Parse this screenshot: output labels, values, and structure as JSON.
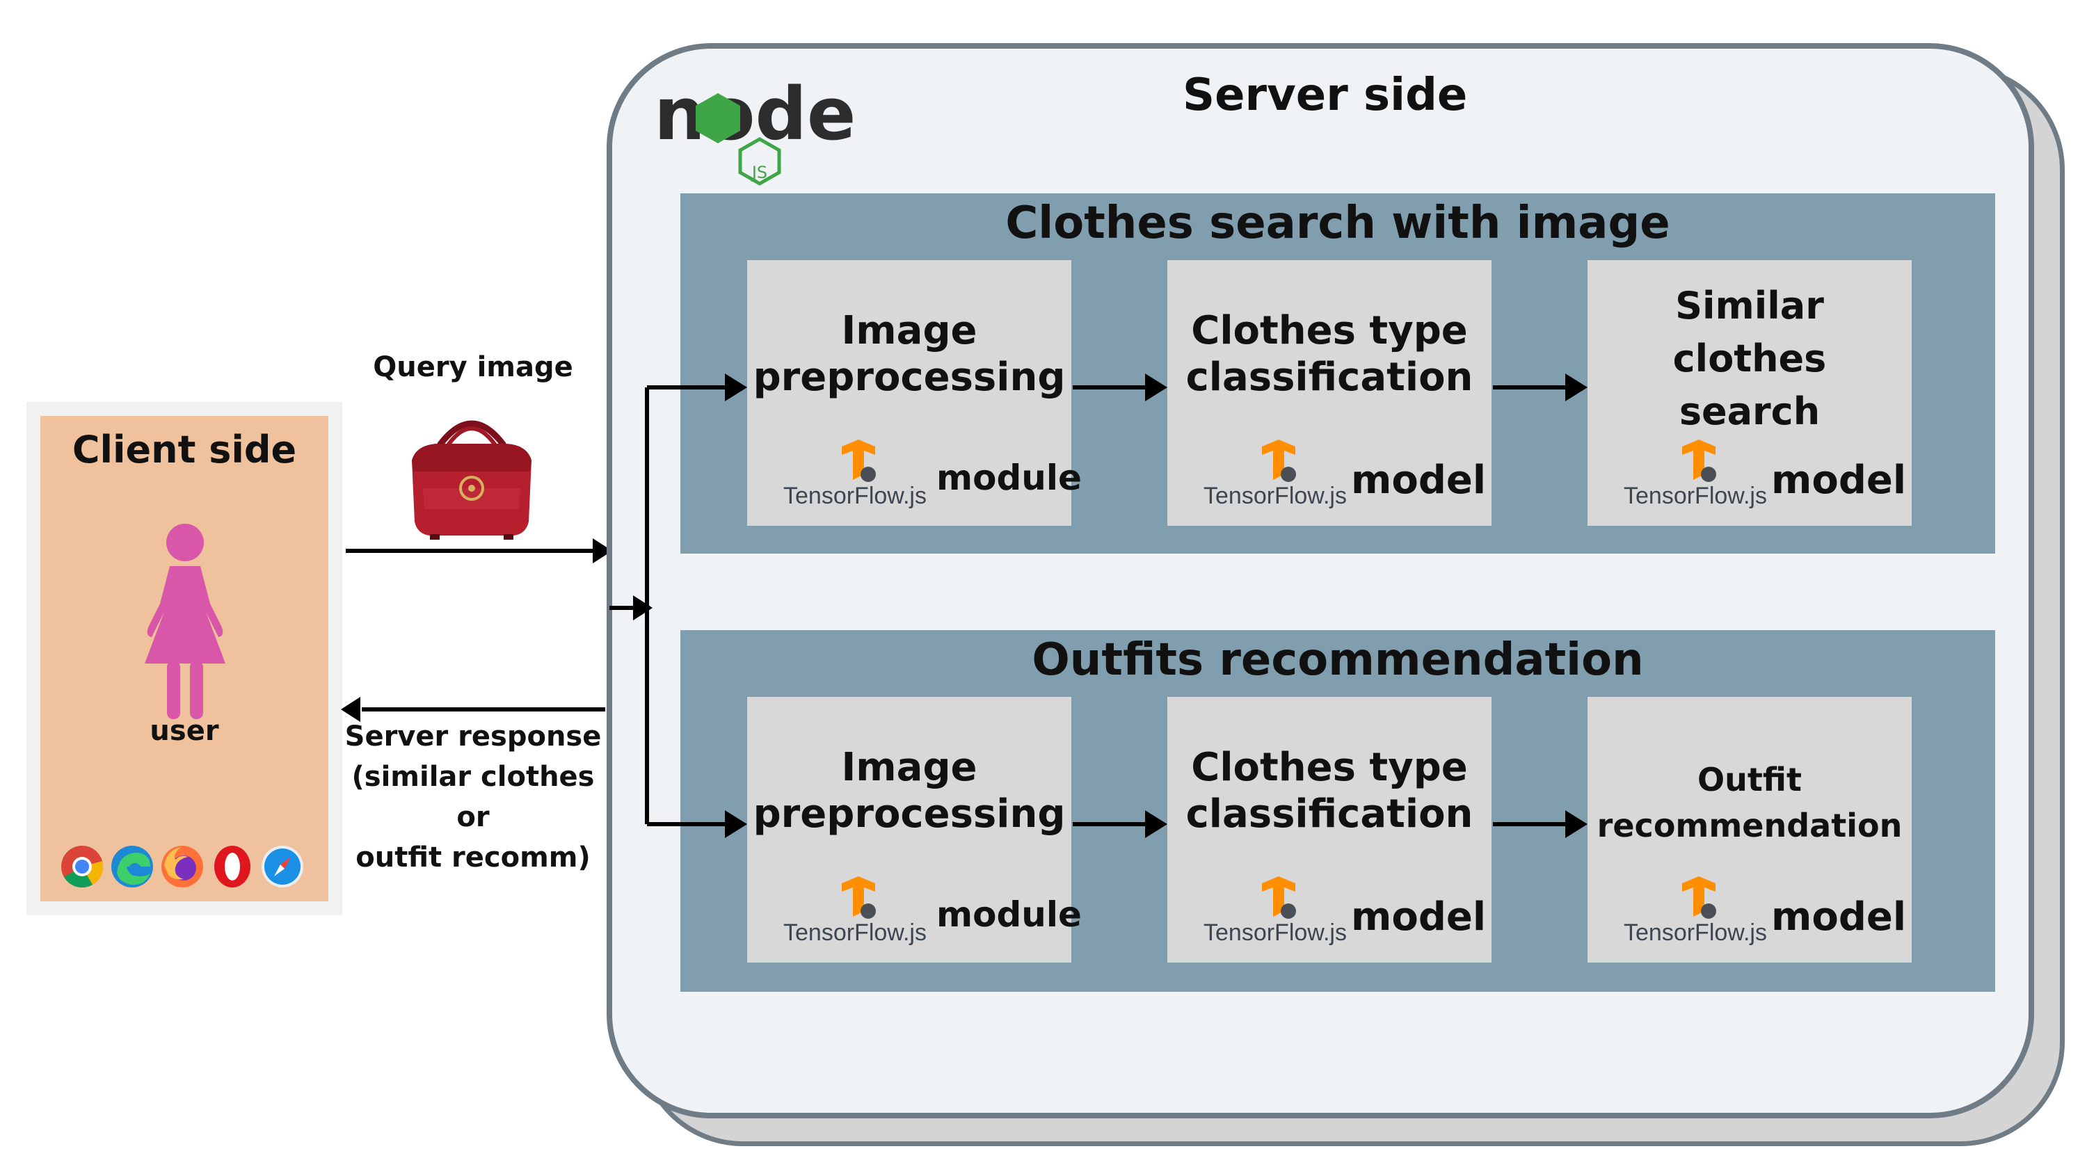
{
  "client": {
    "title": "Client side",
    "user_label": "user",
    "browsers": [
      "chrome-icon",
      "edge-icon",
      "firefox-icon",
      "opera-icon",
      "safari-icon"
    ]
  },
  "query": {
    "label": "Query image"
  },
  "response": {
    "line1": "Server response",
    "line2": "(similar clothes",
    "line3": "or",
    "line4": "outfit recomm)"
  },
  "server": {
    "title": "Server side",
    "logo_text": "node",
    "logo_badge": "JS"
  },
  "panels": [
    {
      "title": "Clothes search with image",
      "cards": [
        {
          "title_lines": [
            "Image",
            "preprocessing"
          ],
          "tag": "module",
          "tf": "TensorFlow.js"
        },
        {
          "title_lines": [
            "Clothes type",
            "classification"
          ],
          "tag": "model",
          "tf": "TensorFlow.js"
        },
        {
          "title_lines": [
            "Similar",
            "clothes",
            "search"
          ],
          "tag": "model",
          "tf": "TensorFlow.js"
        }
      ]
    },
    {
      "title": "Outfits recommendation",
      "cards": [
        {
          "title_lines": [
            "Image",
            "preprocessing"
          ],
          "tag": "module",
          "tf": "TensorFlow.js"
        },
        {
          "title_lines": [
            "Clothes type",
            "classification"
          ],
          "tag": "model",
          "tf": "TensorFlow.js"
        },
        {
          "title_lines": [
            "Outfit",
            "recommendation"
          ],
          "tag": "model",
          "tf": "TensorFlow.js"
        }
      ]
    }
  ],
  "colors": {
    "client_bg": "#efc29d",
    "user_figure": "#d957a9",
    "panel_bg": "#819eae",
    "card_bg": "#d8d8d8",
    "server_bg": "#f0f3f5",
    "server_border": "#6f7c86",
    "tf_orange": "#ff8f00",
    "node_green": "#3fa648",
    "bag_red": "#b51f2e"
  }
}
